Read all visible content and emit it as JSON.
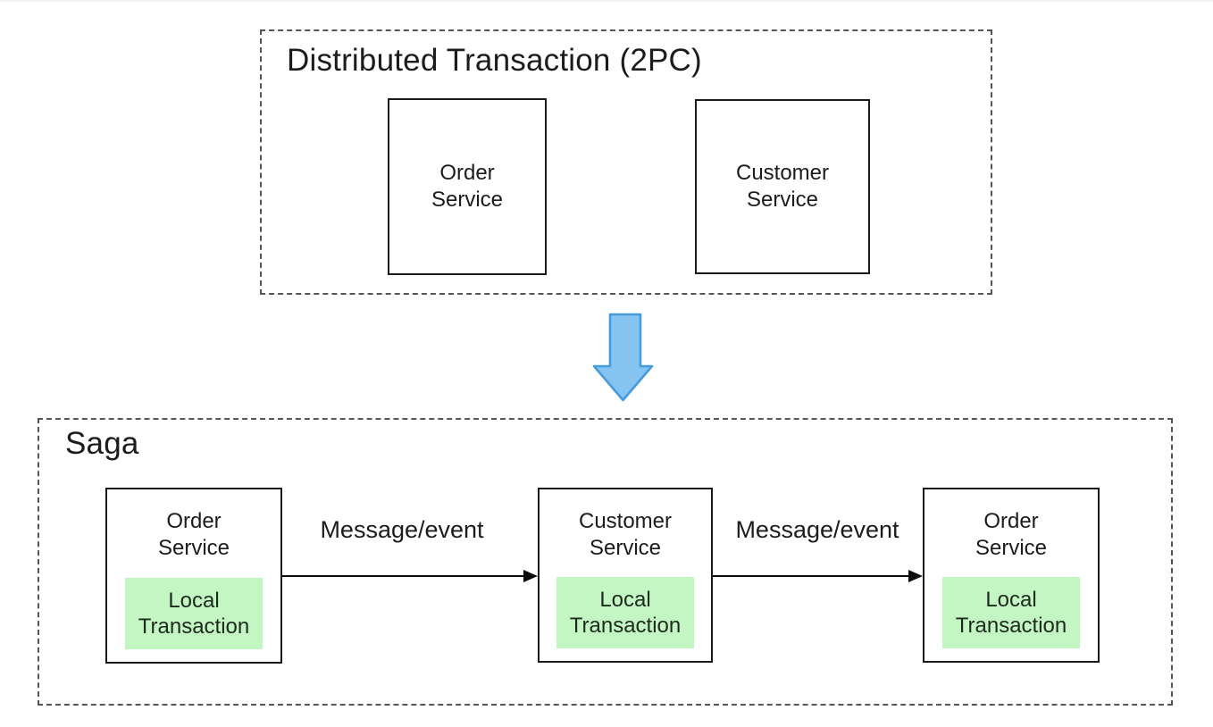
{
  "colors": {
    "background": "#ffffff",
    "text": "#1c1c1c",
    "box_border": "#1a1a1a",
    "dashed_border": "#555555",
    "green_fill": "#c3f6c3",
    "arrow_blue_fill": "#85c3f0",
    "arrow_blue_stroke": "#469cdb"
  },
  "icons": {
    "transform_arrow": "down-block-arrow"
  },
  "two_pc": {
    "title": "Distributed Transaction (2PC)",
    "boxes": [
      {
        "label": "Order\nService"
      },
      {
        "label": "Customer\nService"
      }
    ]
  },
  "saga": {
    "title": "Saga",
    "boxes": [
      {
        "label": "Order\nService",
        "local": "Local\nTransaction"
      },
      {
        "label": "Customer\nService",
        "local": "Local\nTransaction"
      },
      {
        "label": "Order\nService",
        "local": "Local\nTransaction"
      }
    ],
    "arrows": [
      {
        "label": "Message/event"
      },
      {
        "label": "Message/event"
      }
    ]
  }
}
